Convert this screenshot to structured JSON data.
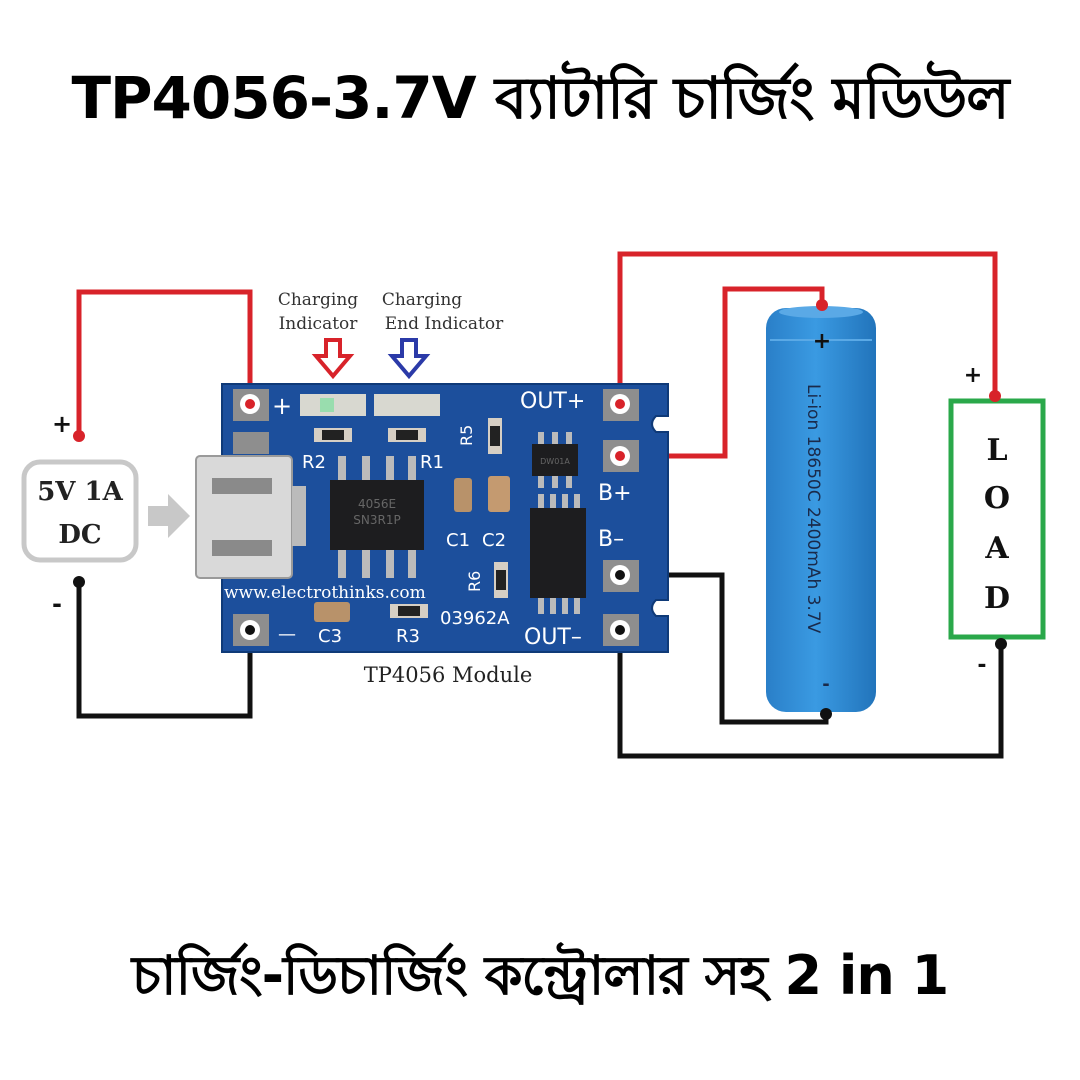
{
  "header": {
    "title": "TP4056-3.7V ব্যাটারি চার্জিং মডিউল"
  },
  "footer": {
    "title": "চার্জিং-ডিচার্জিং কন্ট্রোলার সহ 2 in 1"
  },
  "diagram": {
    "power_source": {
      "line1": "5V 1A",
      "line2": "DC",
      "plus": "+",
      "minus": "-"
    },
    "indicators": {
      "charging": {
        "line1": "Charging",
        "line2": "Indicator",
        "arrow_color": "#d8232a"
      },
      "end": {
        "line1": "Charging",
        "line2": "End Indicator",
        "arrow_color": "#2b3aa8"
      }
    },
    "module": {
      "caption": "TP4056 Module",
      "website": "www.electrothinks.com",
      "pads": {
        "in_plus": "+",
        "in_minus": "—",
        "out_plus": "OUT+",
        "b_plus": "B+",
        "b_minus": "B–",
        "out_minus": "OUT–"
      },
      "components": {
        "r1": "R1",
        "r2": "R2",
        "r3": "R3",
        "r5": "R5",
        "r6": "R6",
        "c1": "C1",
        "c2": "C2",
        "c3": "C3",
        "ic_main_1": "4056E",
        "ic_main_2": "SN3R1P",
        "ic_small": "DW01A",
        "board_code": "03962A"
      },
      "pcb_color": "#1c4f9c"
    },
    "battery": {
      "plus": "+",
      "minus": "-",
      "label": "Li-ion 18650C 2400mAh 3.7V",
      "color": "#2f8ed8"
    },
    "load": {
      "letters": [
        "L",
        "O",
        "A",
        "D"
      ],
      "plus": "+",
      "minus": "-",
      "border_color": "#2aa84a"
    },
    "wire_colors": {
      "positive": "#d8232a",
      "negative": "#111111"
    }
  }
}
